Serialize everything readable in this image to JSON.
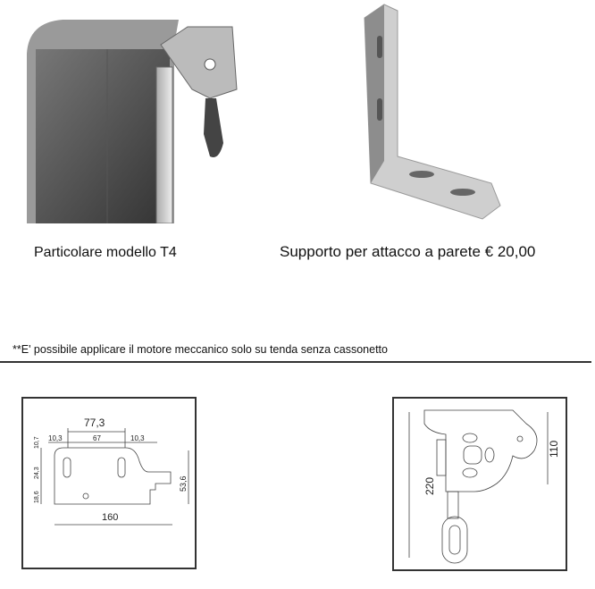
{
  "captions": {
    "left": "Particolare modello T4",
    "right": "Supporto per attacco a parete € 20,00"
  },
  "note": "**E' possibile applicare il motore meccanico solo su tenda senza cassonetto",
  "drawing_left": {
    "dims": [
      "77,3",
      "10,3",
      "67",
      "10,3",
      "10,7",
      "24,3",
      "18,6",
      "53,6",
      "160"
    ]
  },
  "drawing_right": {
    "dims": [
      "220",
      "110"
    ]
  }
}
